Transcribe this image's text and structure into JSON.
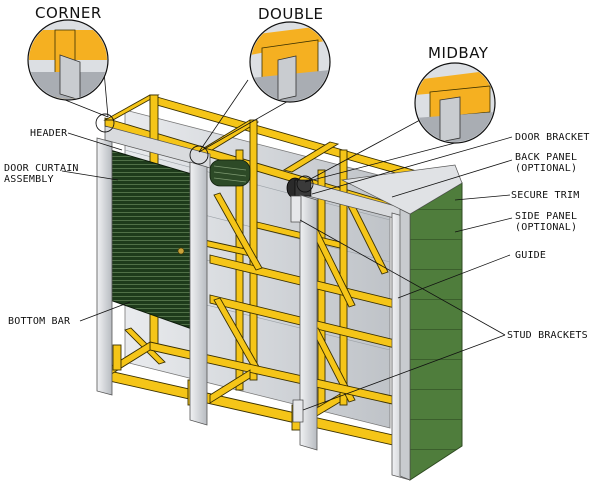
{
  "callouts": {
    "corner": "CORNER",
    "double": "DOUBLE",
    "midbay": "MIDBAY"
  },
  "labels": {
    "header": "HEADER",
    "door_curtain_line1": "DOOR CURTAIN",
    "door_curtain_line2": "ASSEMBLY",
    "bottom_bar": "BOTTOM BAR",
    "door_bracket": "DOOR BRACKET",
    "back_panel_line1": "BACK PANEL",
    "back_panel_line2": "(OPTIONAL)",
    "secure_trim": "SECURE TRIM",
    "side_panel_line1": "SIDE PANEL",
    "side_panel_line2": "(OPTIONAL)",
    "guide": "GUIDE",
    "stud_brackets": "STUD BRACKETS"
  },
  "colors": {
    "frame_yellow": "#f5c518",
    "frame_outline": "#3a3000",
    "panel_gray": "#c9ccd0",
    "curtain_green": "#1f3a1c",
    "side_panel_green": "#4f7d3c",
    "guide_gray": "#d4d6d9"
  }
}
